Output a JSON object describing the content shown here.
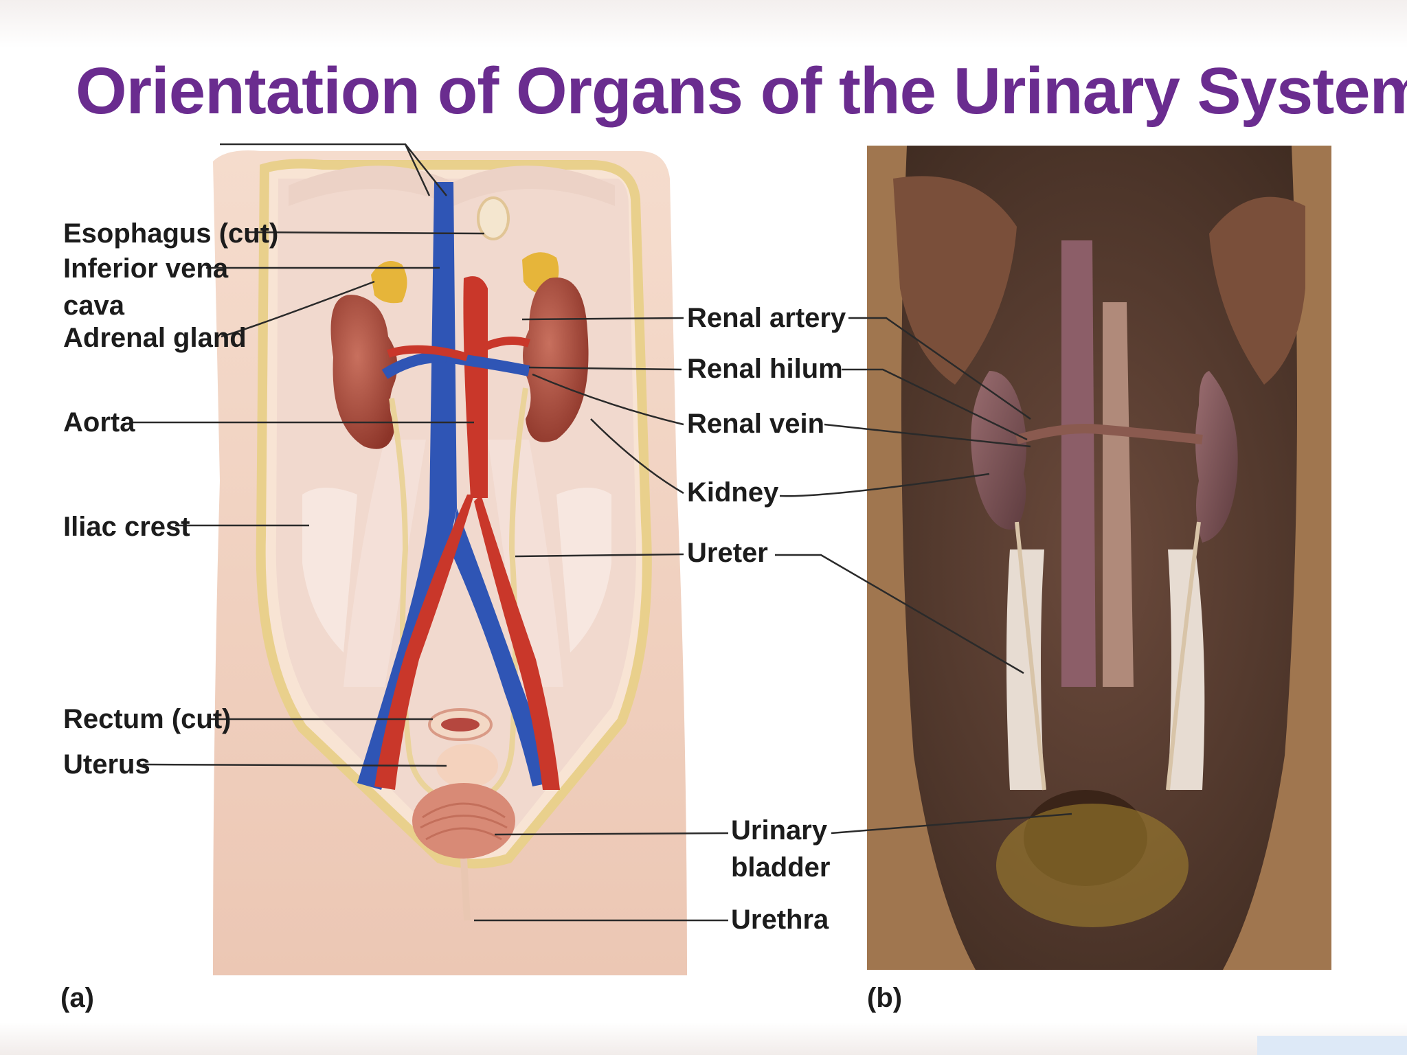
{
  "title": "Orientation of Organs of the Urinary System",
  "panel_a": {
    "panel_label": "(a)",
    "labels": {
      "esophagus": "Esophagus (cut)",
      "ivc_line1": "Inferior vena",
      "ivc_line2": "cava",
      "adrenal": "Adrenal gland",
      "aorta": "Aorta",
      "iliac": "Iliac crest",
      "rectum": "Rectum (cut)",
      "uterus": "Uterus"
    }
  },
  "center_labels": {
    "renal_artery": "Renal artery",
    "renal_hilum": "Renal hilum",
    "renal_vein": "Renal vein",
    "kidney": "Kidney",
    "ureter": "Ureter",
    "bladder_line1": "Urinary",
    "bladder_line2": "bladder",
    "urethra": "Urethra"
  },
  "panel_b": {
    "panel_label": "(b)"
  },
  "colors": {
    "title": "#6a2c8f",
    "vein": "#2f55b5",
    "artery": "#c9372a",
    "kidney": "#a5483a",
    "ureter": "#ead39a",
    "body": "#f2d6c4"
  }
}
